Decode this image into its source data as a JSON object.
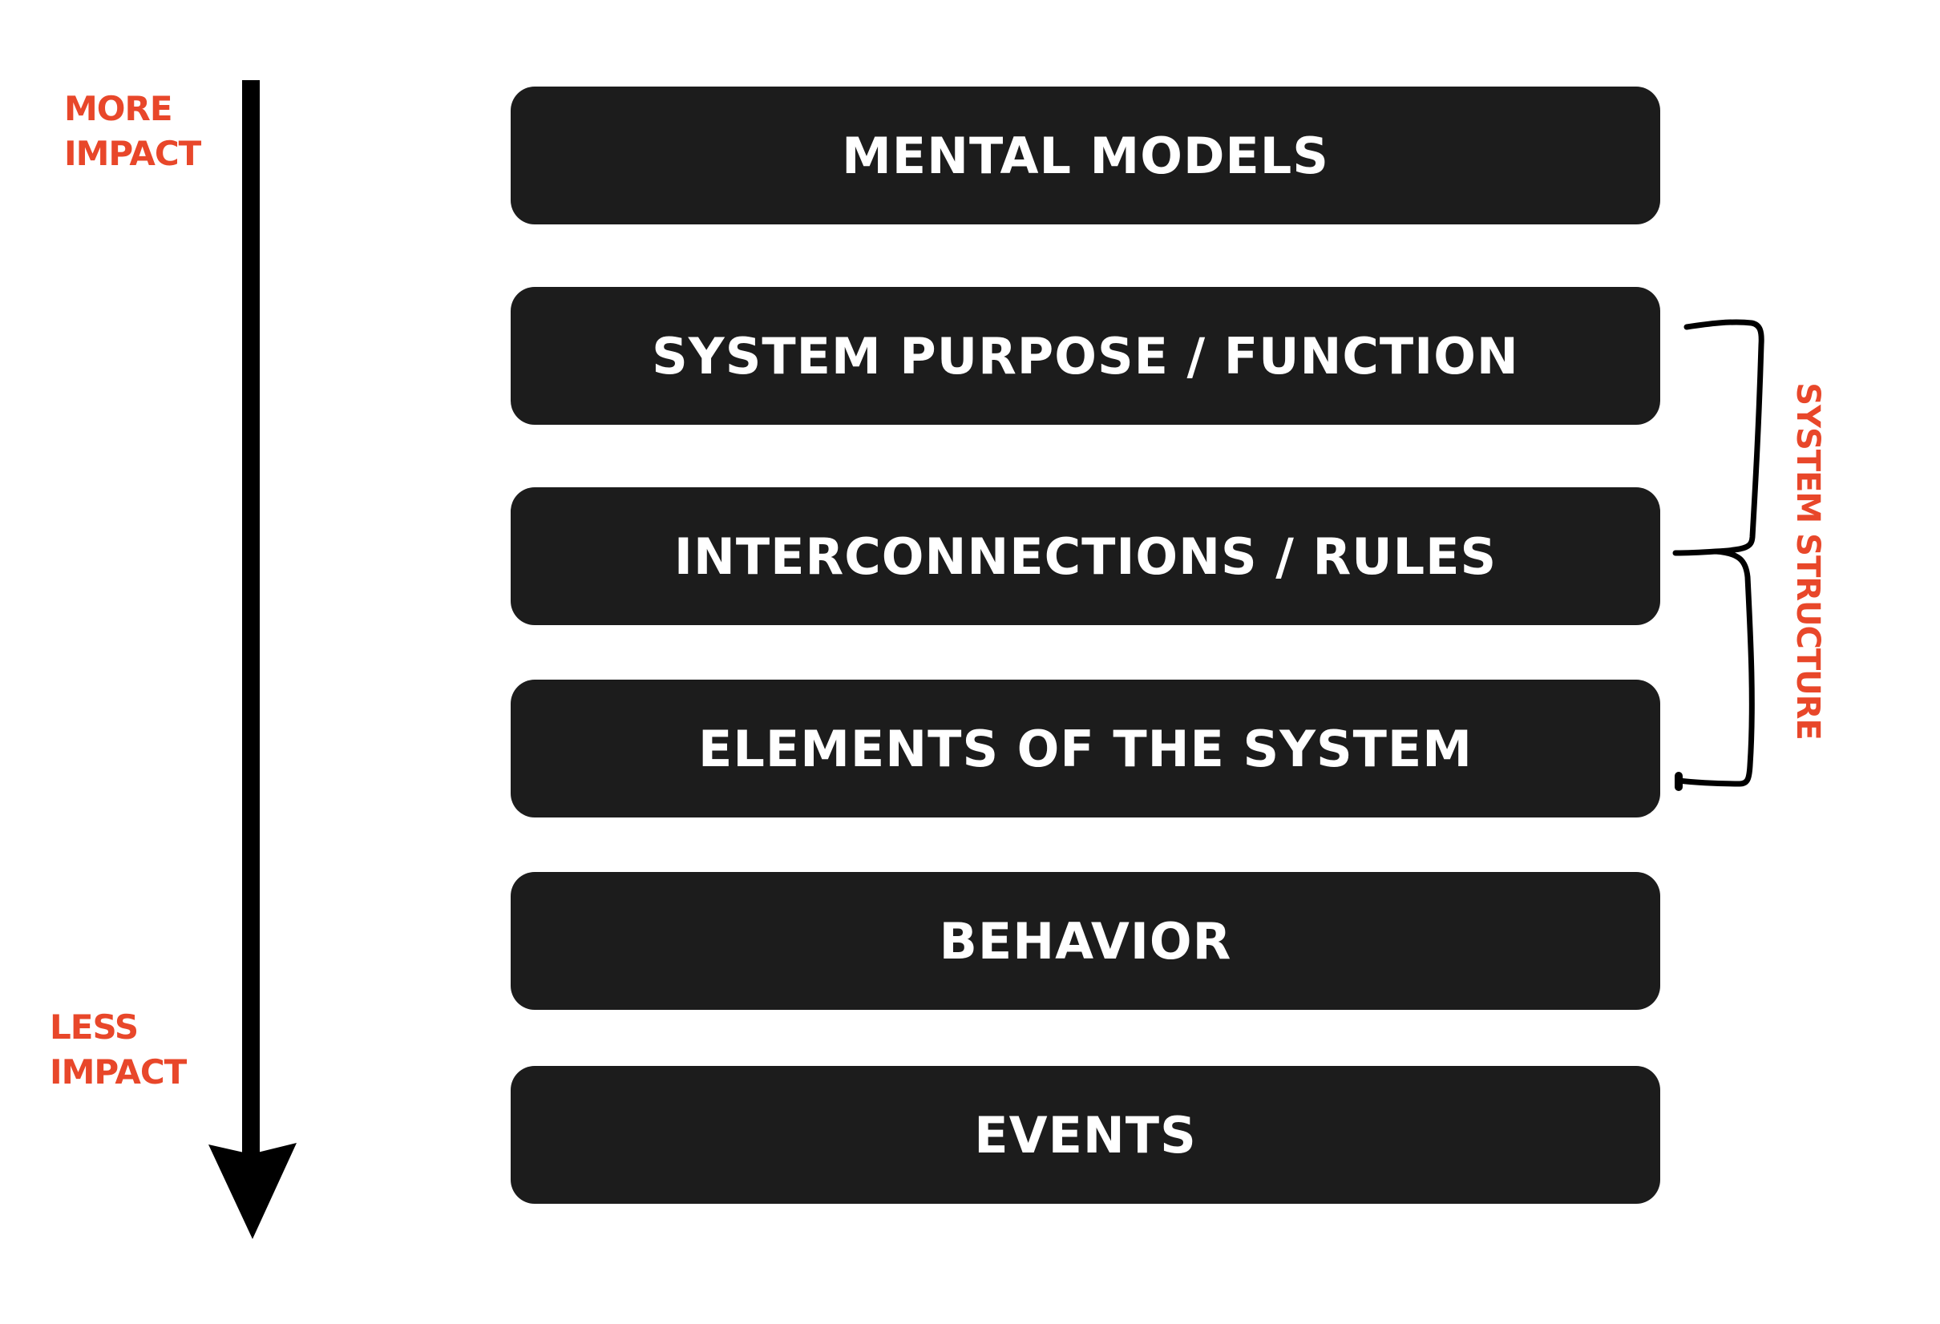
{
  "impact_axis": {
    "top_label_lines": [
      "MORE",
      "IMPACT"
    ],
    "bottom_label_lines": [
      "LESS",
      "IMPACT"
    ],
    "color": "#e8472a"
  },
  "levels": [
    {
      "label": "MENTAL MODELS"
    },
    {
      "label": "SYSTEM PURPOSE / FUNCTION"
    },
    {
      "label": "INTERCONNECTIONS / RULES"
    },
    {
      "label": "ELEMENTS OF THE SYSTEM"
    },
    {
      "label": "BEHAVIOR"
    },
    {
      "label": "EVENTS"
    }
  ],
  "structure_group": {
    "label": "SYSTEM STRUCTURE",
    "color": "#e8472a"
  },
  "box_color": "#1c1c1c"
}
